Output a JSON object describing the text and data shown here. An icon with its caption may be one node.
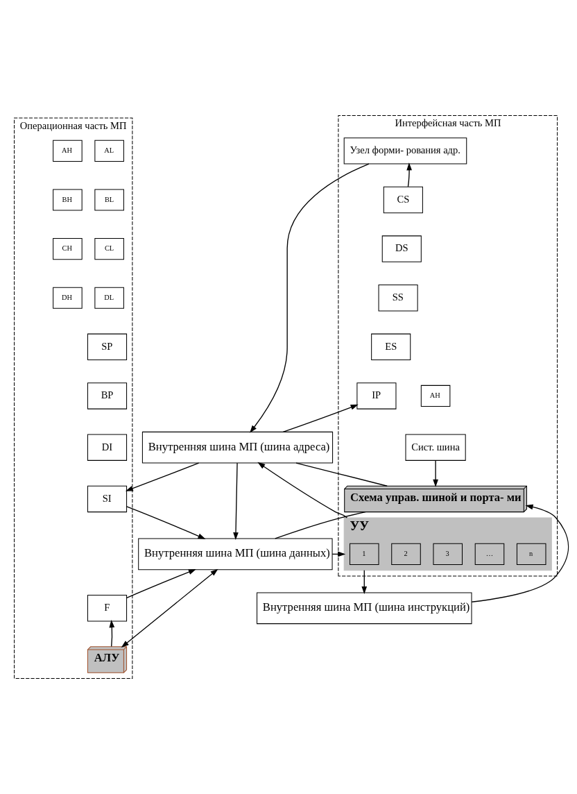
{
  "diagram": {
    "nodes": [
      {
        "text": [
          "Операционная часть МП"
        ]
      },
      {
        "text": [
          "Интерфейсная часть МП"
        ]
      },
      {
        "text": [
          "AH"
        ],
        "in": 0
      },
      {
        "text": [
          "AL"
        ],
        "in": 0
      },
      {
        "text": [
          "BH"
        ],
        "in": 0
      },
      {
        "text": [
          "BL"
        ],
        "in": 0
      },
      {
        "text": [
          "CH"
        ],
        "in": 0
      },
      {
        "text": [
          "CL"
        ],
        "in": 0
      },
      {
        "text": [
          "DH"
        ],
        "in": 0
      },
      {
        "text": [
          "DL"
        ],
        "in": 0
      },
      {
        "text": [
          "SP"
        ],
        "in": 0
      },
      {
        "text": [
          "BP"
        ],
        "in": 0
      },
      {
        "text": [
          "DI"
        ],
        "in": 0
      },
      {
        "text": [
          "SI"
        ],
        "in": 0
      },
      {
        "text": [
          "F"
        ],
        "in": 0
      },
      {
        "text": [
          "АЛУ"
        ],
        "in": 0
      },
      {
        "text": [
          "Узел форми- рования адр."
        ],
        "in": 1
      },
      {
        "text": [
          "CS"
        ],
        "in": 1
      },
      {
        "text": [
          "DS"
        ],
        "in": 1
      },
      {
        "text": [
          "SS"
        ],
        "in": 1
      },
      {
        "text": [
          "ES"
        ],
        "in": 1
      },
      {
        "text": [
          "IP"
        ],
        "in": 1
      },
      {
        "text": [
          "Схема управ. шиной и порта- ми"
        ],
        "in": 1
      },
      {
        "text": [
          "AH"
        ],
        "in": 1
      },
      {
        "text": [
          "Сист. шина"
        ],
        "in": 1
      },
      {
        "text": [
          "УУ"
        ],
        "in": 1
      },
      {
        "text": [
          "1"
        ],
        "in": 25
      },
      {
        "text": [
          "2"
        ],
        "in": 25
      },
      {
        "text": [
          "3"
        ],
        "in": 25
      },
      {
        "text": [
          "…"
        ],
        "in": 25
      },
      {
        "text": [
          "n"
        ],
        "in": 25
      },
      {
        "text": [
          "Внутренняя шина МП (шина адреса)"
        ]
      },
      {
        "text": [
          "Внутренняя шина МП (шина данных)"
        ]
      },
      {
        "text": [
          "Внутренняя шина МП (шина инструкций)"
        ]
      }
    ],
    "edges": [
      {
        "from": 17,
        "to": 16,
        "arrow": "to"
      },
      {
        "from": 16,
        "to": 31,
        "arrow": "to"
      },
      {
        "from": 31,
        "to": 21,
        "arrow": "to"
      },
      {
        "from": 31,
        "to": 13,
        "arrow": "to"
      },
      {
        "from": 13,
        "to": 32,
        "arrow": "to"
      },
      {
        "from": 31,
        "to": 32,
        "arrow": "to"
      },
      {
        "from": 31,
        "to": 22,
        "arrow": "none"
      },
      {
        "from": 22,
        "to": 32,
        "arrow": "none"
      },
      {
        "from": 24,
        "to": 22,
        "arrow": "to"
      },
      {
        "from": 32,
        "to": 15,
        "arrow": "both"
      },
      {
        "from": 15,
        "to": 14,
        "arrow": "to"
      },
      {
        "from": 14,
        "to": 32,
        "arrow": "to"
      },
      {
        "from": 32,
        "to": 25,
        "arrow": "to"
      },
      {
        "from": 25,
        "to": 31,
        "arrow": "to"
      },
      {
        "from": 25,
        "to": 33,
        "arrow": "to"
      },
      {
        "from": 33,
        "to": 22,
        "arrow": "to"
      }
    ]
  }
}
